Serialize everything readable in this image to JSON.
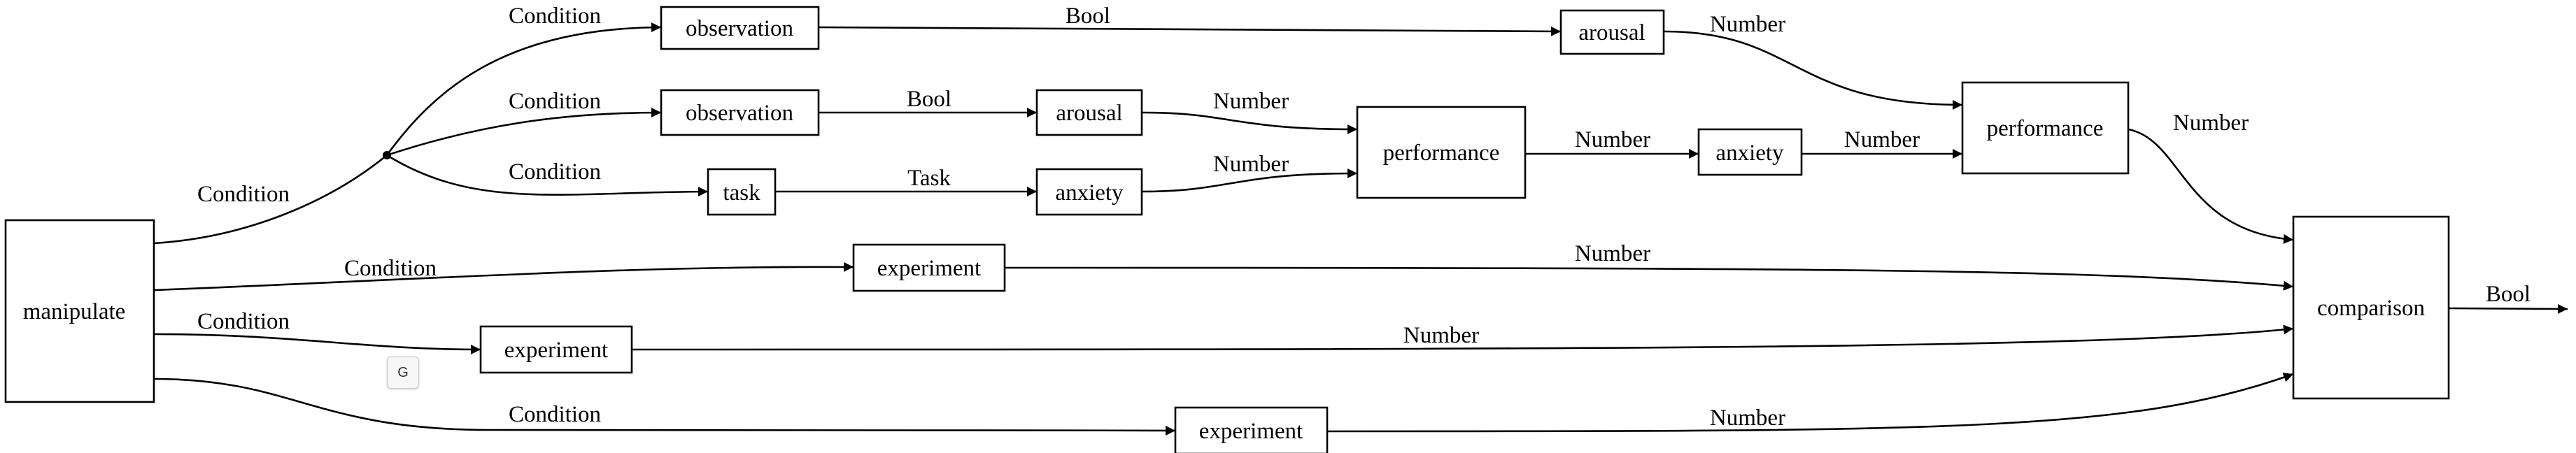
{
  "diagram": {
    "nodes": [
      {
        "id": "manipulate",
        "label": "manipulate"
      },
      {
        "id": "obs1",
        "label": "observation"
      },
      {
        "id": "arousal1",
        "label": "arousal"
      },
      {
        "id": "obs2",
        "label": "observation"
      },
      {
        "id": "arousal2",
        "label": "arousal"
      },
      {
        "id": "task",
        "label": "task"
      },
      {
        "id": "anxiety1",
        "label": "anxiety"
      },
      {
        "id": "perf1",
        "label": "performance"
      },
      {
        "id": "anxiety2",
        "label": "anxiety"
      },
      {
        "id": "perf2",
        "label": "performance"
      },
      {
        "id": "exp1",
        "label": "experiment"
      },
      {
        "id": "exp2",
        "label": "experiment"
      },
      {
        "id": "exp3",
        "label": "experiment"
      },
      {
        "id": "comparison",
        "label": "comparison"
      }
    ],
    "edges": [
      {
        "id": "e-manip-junction",
        "label": "Condition"
      },
      {
        "id": "e-junction-obs1",
        "label": "Condition"
      },
      {
        "id": "e-junction-obs2",
        "label": "Condition"
      },
      {
        "id": "e-junction-task",
        "label": "Condition"
      },
      {
        "id": "e-obs1-arousal1",
        "label": "Bool"
      },
      {
        "id": "e-arousal1-perf2",
        "label": "Number"
      },
      {
        "id": "e-obs2-arousal2",
        "label": "Bool"
      },
      {
        "id": "e-arousal2-perf1",
        "label": "Number"
      },
      {
        "id": "e-task-anxiety1",
        "label": "Task"
      },
      {
        "id": "e-anxiety1-perf1",
        "label": "Number"
      },
      {
        "id": "e-perf1-anxiety2",
        "label": "Number"
      },
      {
        "id": "e-anxiety2-perf2",
        "label": "Number"
      },
      {
        "id": "e-perf2-comparison",
        "label": "Number"
      },
      {
        "id": "e-manip-exp1",
        "label": "Condition"
      },
      {
        "id": "e-exp1-comparison",
        "label": "Number"
      },
      {
        "id": "e-manip-exp2",
        "label": "Condition"
      },
      {
        "id": "e-exp2-comparison",
        "label": "Number"
      },
      {
        "id": "e-manip-exp3",
        "label": "Condition"
      },
      {
        "id": "e-exp3-comparison",
        "label": "Number"
      },
      {
        "id": "e-comparison-out",
        "label": "Bool"
      }
    ]
  },
  "badge": {
    "label": "G"
  }
}
